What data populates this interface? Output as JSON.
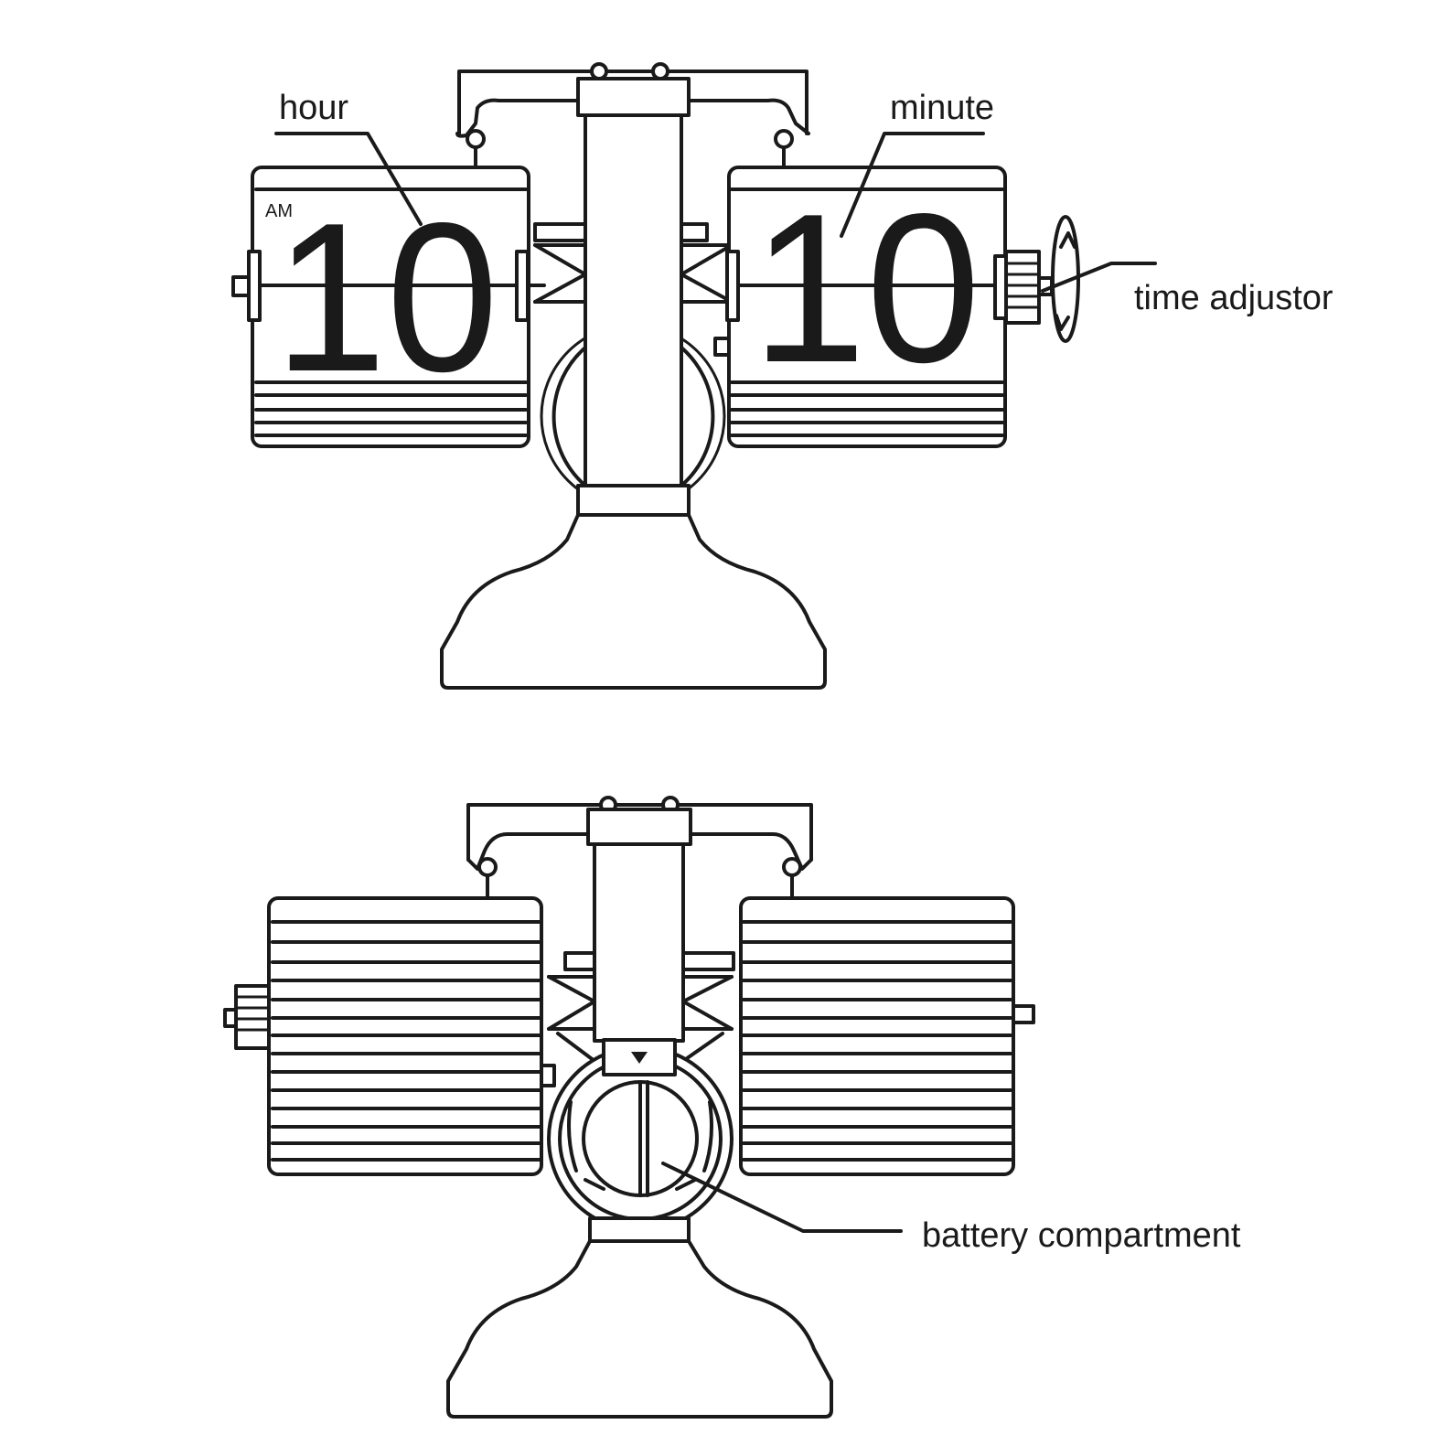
{
  "labels": {
    "hour": "hour",
    "minute": "minute",
    "time_adjustor": "time adjustor",
    "battery_compartment": "battery compartment"
  },
  "display": {
    "ampm": "AM",
    "hour_digits": "10",
    "minute_digits": "10"
  },
  "colors": {
    "line": "#1a1a1a",
    "background": "#ffffff"
  }
}
